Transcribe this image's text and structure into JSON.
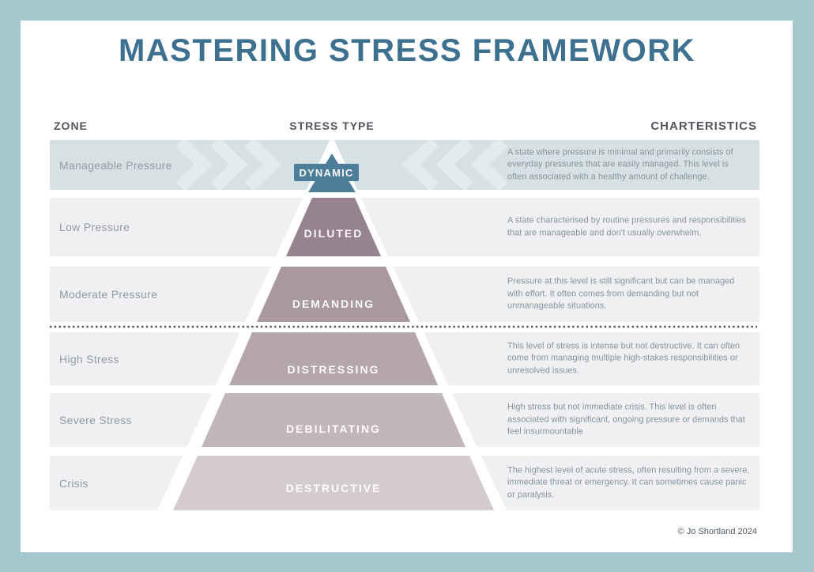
{
  "title": "MASTERING STRESS FRAMEWORK",
  "columns": {
    "zone": "ZONE",
    "stress_type": "STRESS TYPE",
    "characteristics": "CHARTERISTICS"
  },
  "rows": [
    {
      "zone": "Manageable Pressure",
      "stress_type": "DYNAMIC",
      "characteristics": "A state where pressure is minimal and primarily consists of everyday pressures that are easily managed. This level is often associated with a healthy amount of challenge."
    },
    {
      "zone": "Low Pressure",
      "stress_type": "DILUTED",
      "characteristics": "A state characterised by routine pressures and responsibilities that are manageable and don't usually overwhelm."
    },
    {
      "zone": "Moderate Pressure",
      "stress_type": "DEMANDING",
      "characteristics": "Pressure at this level is still significant but can be managed with effort. It often comes from demanding but not unmanageable situations."
    },
    {
      "zone": "High Stress",
      "stress_type": "DISTRESSING",
      "characteristics": "This level of stress is intense but not destructive. It can often come from managing multiple high-stakes responsibilities or unresolved issues."
    },
    {
      "zone": "Severe Stress",
      "stress_type": "DEBILITATING",
      "characteristics": "High stress but not immediate crisis. This level is often associated with significant, ongoing pressure or demands that feel insurmountable"
    },
    {
      "zone": "Crisis",
      "stress_type": "DESTRUCTIVE",
      "characteristics": "The highest level of acute stress, often resulting from a severe, immediate threat or emergency. It can sometimes cause panic or paralysis."
    }
  ],
  "footer": {
    "copyright": "© Jo Shortland 2024"
  },
  "colors": {
    "frame": "#a5c7ce",
    "sheet": "#ffffff",
    "title": "#3e7190",
    "header_text": "#56525e",
    "zone_row_bg": "#f0eff1",
    "zone_row1_bg": "#d6e1e3",
    "chevron": "#e3ebec",
    "zone_text": "#909ca9",
    "char_text": "#8595a2",
    "divider": "#4b5662",
    "copyright": "#4d5a64",
    "pyramid_outline": "#ffffff",
    "level_dynamic": "#4d7e99",
    "level_diluted": "#97828f",
    "level_demanding": "#a9989f",
    "level_distressing": "#b5a6ad",
    "level_debilitating": "#c3b6bb",
    "level_destructive": "#d4cbce"
  }
}
